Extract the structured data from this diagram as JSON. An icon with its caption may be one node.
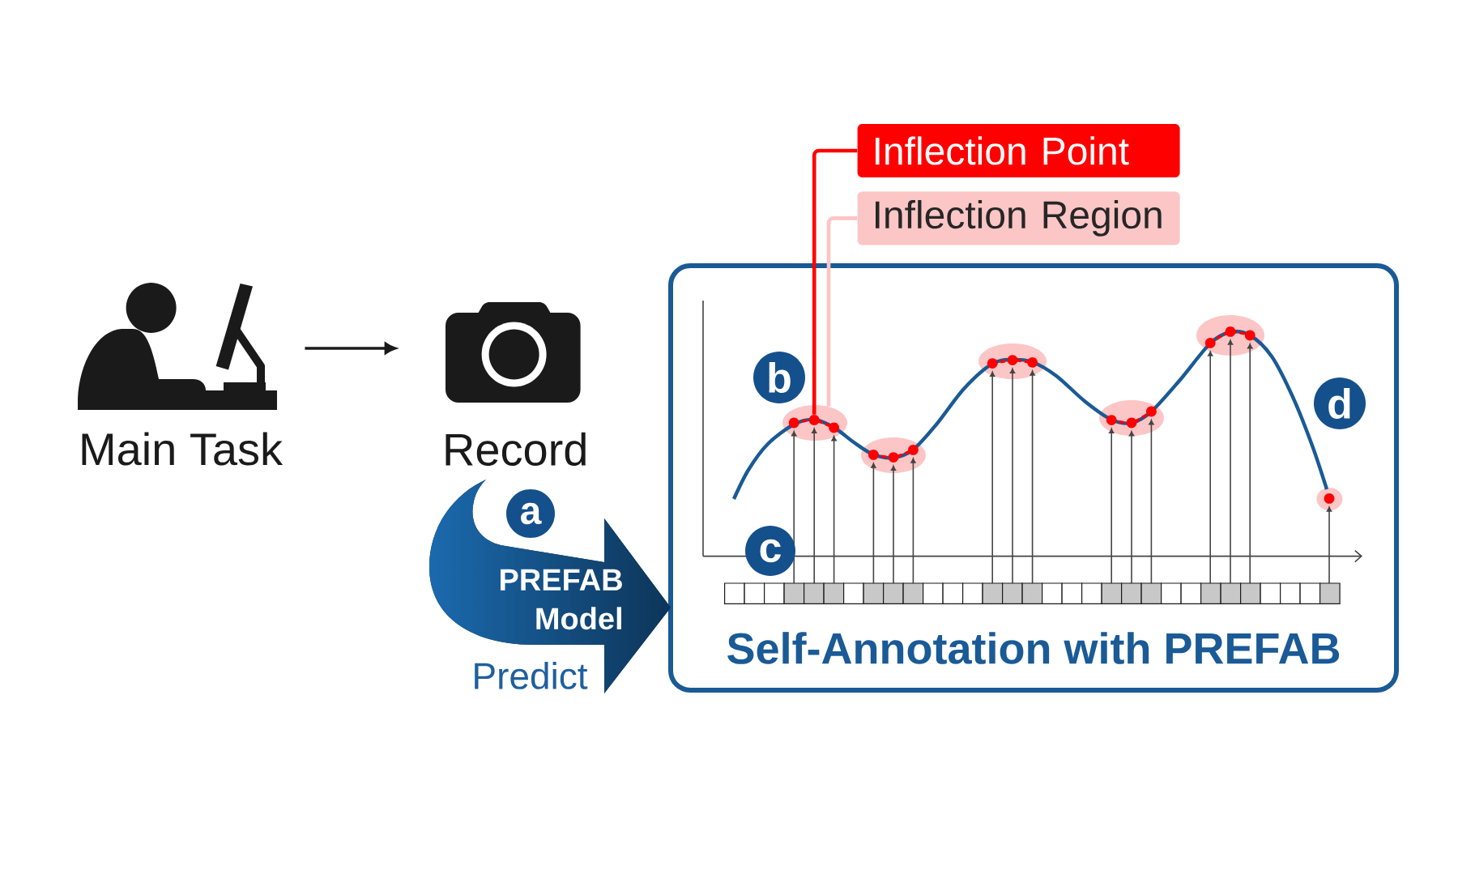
{
  "diagram": {
    "nodes": [
      {
        "text": [
          "Main Task"
        ]
      },
      {
        "text": [
          "Record"
        ]
      },
      {
        "text": [
          "PREFAB Model"
        ],
        "beside": [
          "Predict"
        ]
      },
      {
        "text": [
          "Self-Annotation with PREFAB"
        ]
      },
      {
        "text": [],
        "shape": "ellipse",
        "in": 3
      },
      {
        "text": [],
        "shape": "circle",
        "in": 4
      },
      {
        "text": [
          "Inflection Point"
        ]
      },
      {
        "text": [
          "Inflection Region"
        ]
      }
    ],
    "edges": [
      {
        "from": 0,
        "to": 1,
        "arrow": "to"
      },
      {
        "from": 6,
        "to": 5,
        "arrow": "none",
        "color": "#ff0000"
      },
      {
        "from": 7,
        "to": 4,
        "arrow": "none",
        "color": "#ffc4c4"
      }
    ],
    "labels": [
      "a",
      "b",
      "c",
      "d"
    ]
  }
}
